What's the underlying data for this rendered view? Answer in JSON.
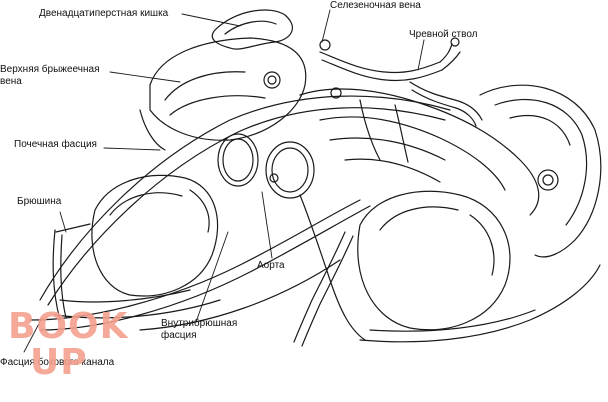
{
  "labels": {
    "duodenum": "Двенадцатиперстная кишка",
    "splenic_vein": "Селезеночная вена",
    "celiac_trunk": "Чревной ствол",
    "sup_mesenteric_vein": "Верхняя брыжеечная вена",
    "renal_fascia": "Почечная фасция",
    "peritoneum": "Брюшина",
    "aorta": "Аорта",
    "intraabdominal_fascia": "Внутрибрюшная фасция",
    "lateral_canal_fascia": "Фасция бокового канала"
  },
  "watermark": {
    "line1": "BOOK",
    "line2": "UP",
    "color": "#f3a08f"
  },
  "colors": {
    "line": "#1a1a1a",
    "background": "#ffffff"
  }
}
